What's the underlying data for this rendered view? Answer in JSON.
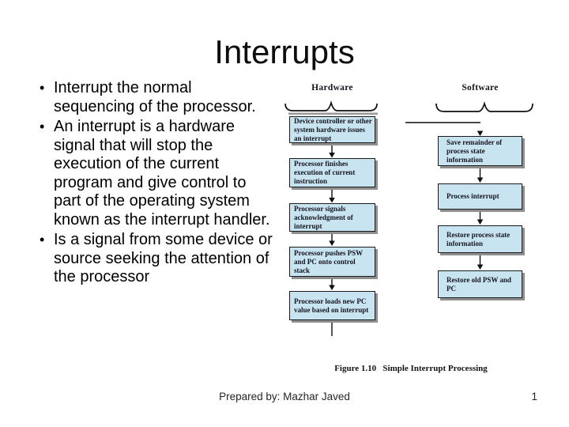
{
  "slide": {
    "title": "Interrupts",
    "bullet_char": "•",
    "bullets": [
      "Interrupt the normal sequencing of the processor.",
      "An interrupt is a hardware signal that will stop the execution of the current program and give control to part of the operating system known as the interrupt handler.",
      "Is a signal from some device or source seeking the attention of the processor"
    ],
    "footer": {
      "prepared_by": "Prepared by: Mazhar Javed",
      "page_number": "1"
    }
  },
  "figure": {
    "caption": "Figure 1.10   Simple Interrupt Processing",
    "columns": [
      {
        "label": "Hardware",
        "steps": [
          "Device controller or other system hardware issues an interrupt",
          "Processor finishes execution of current instruction",
          "Processor signals acknowledgment of interrupt",
          "Processor pushes PSW and PC onto control stack",
          "Processor loads new PC value based on interrupt"
        ]
      },
      {
        "label": "Software",
        "steps": [
          "Save remainder of process state information",
          "Process interrupt",
          "Restore process state information",
          "Restore old PSW and PC"
        ]
      }
    ],
    "colors": {
      "box_fill": "#C8E4F0",
      "box_border": "#1A1A1A",
      "box_shadow": "#8F8F8F",
      "text": "#14141E"
    }
  }
}
